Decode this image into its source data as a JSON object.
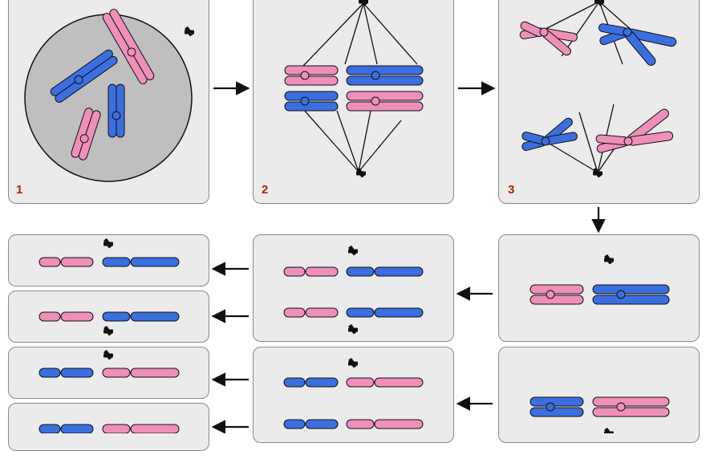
{
  "title": "",
  "colors": {
    "maternal": "#ef8fba",
    "paternal": "#3b6fe0",
    "outline": "#1a1a1a",
    "panel_bg": "#ebebeb",
    "nucleus": "#bfbfbf",
    "label": "#b02000",
    "spindle": "#111111"
  },
  "stages": [
    {
      "id": 1,
      "label": "1"
    },
    {
      "id": 2,
      "label": "2"
    },
    {
      "id": 3,
      "label": "3"
    }
  ],
  "icons": {
    "centrosome": "centrosome-icon",
    "arrow": "arrow-icon"
  }
}
